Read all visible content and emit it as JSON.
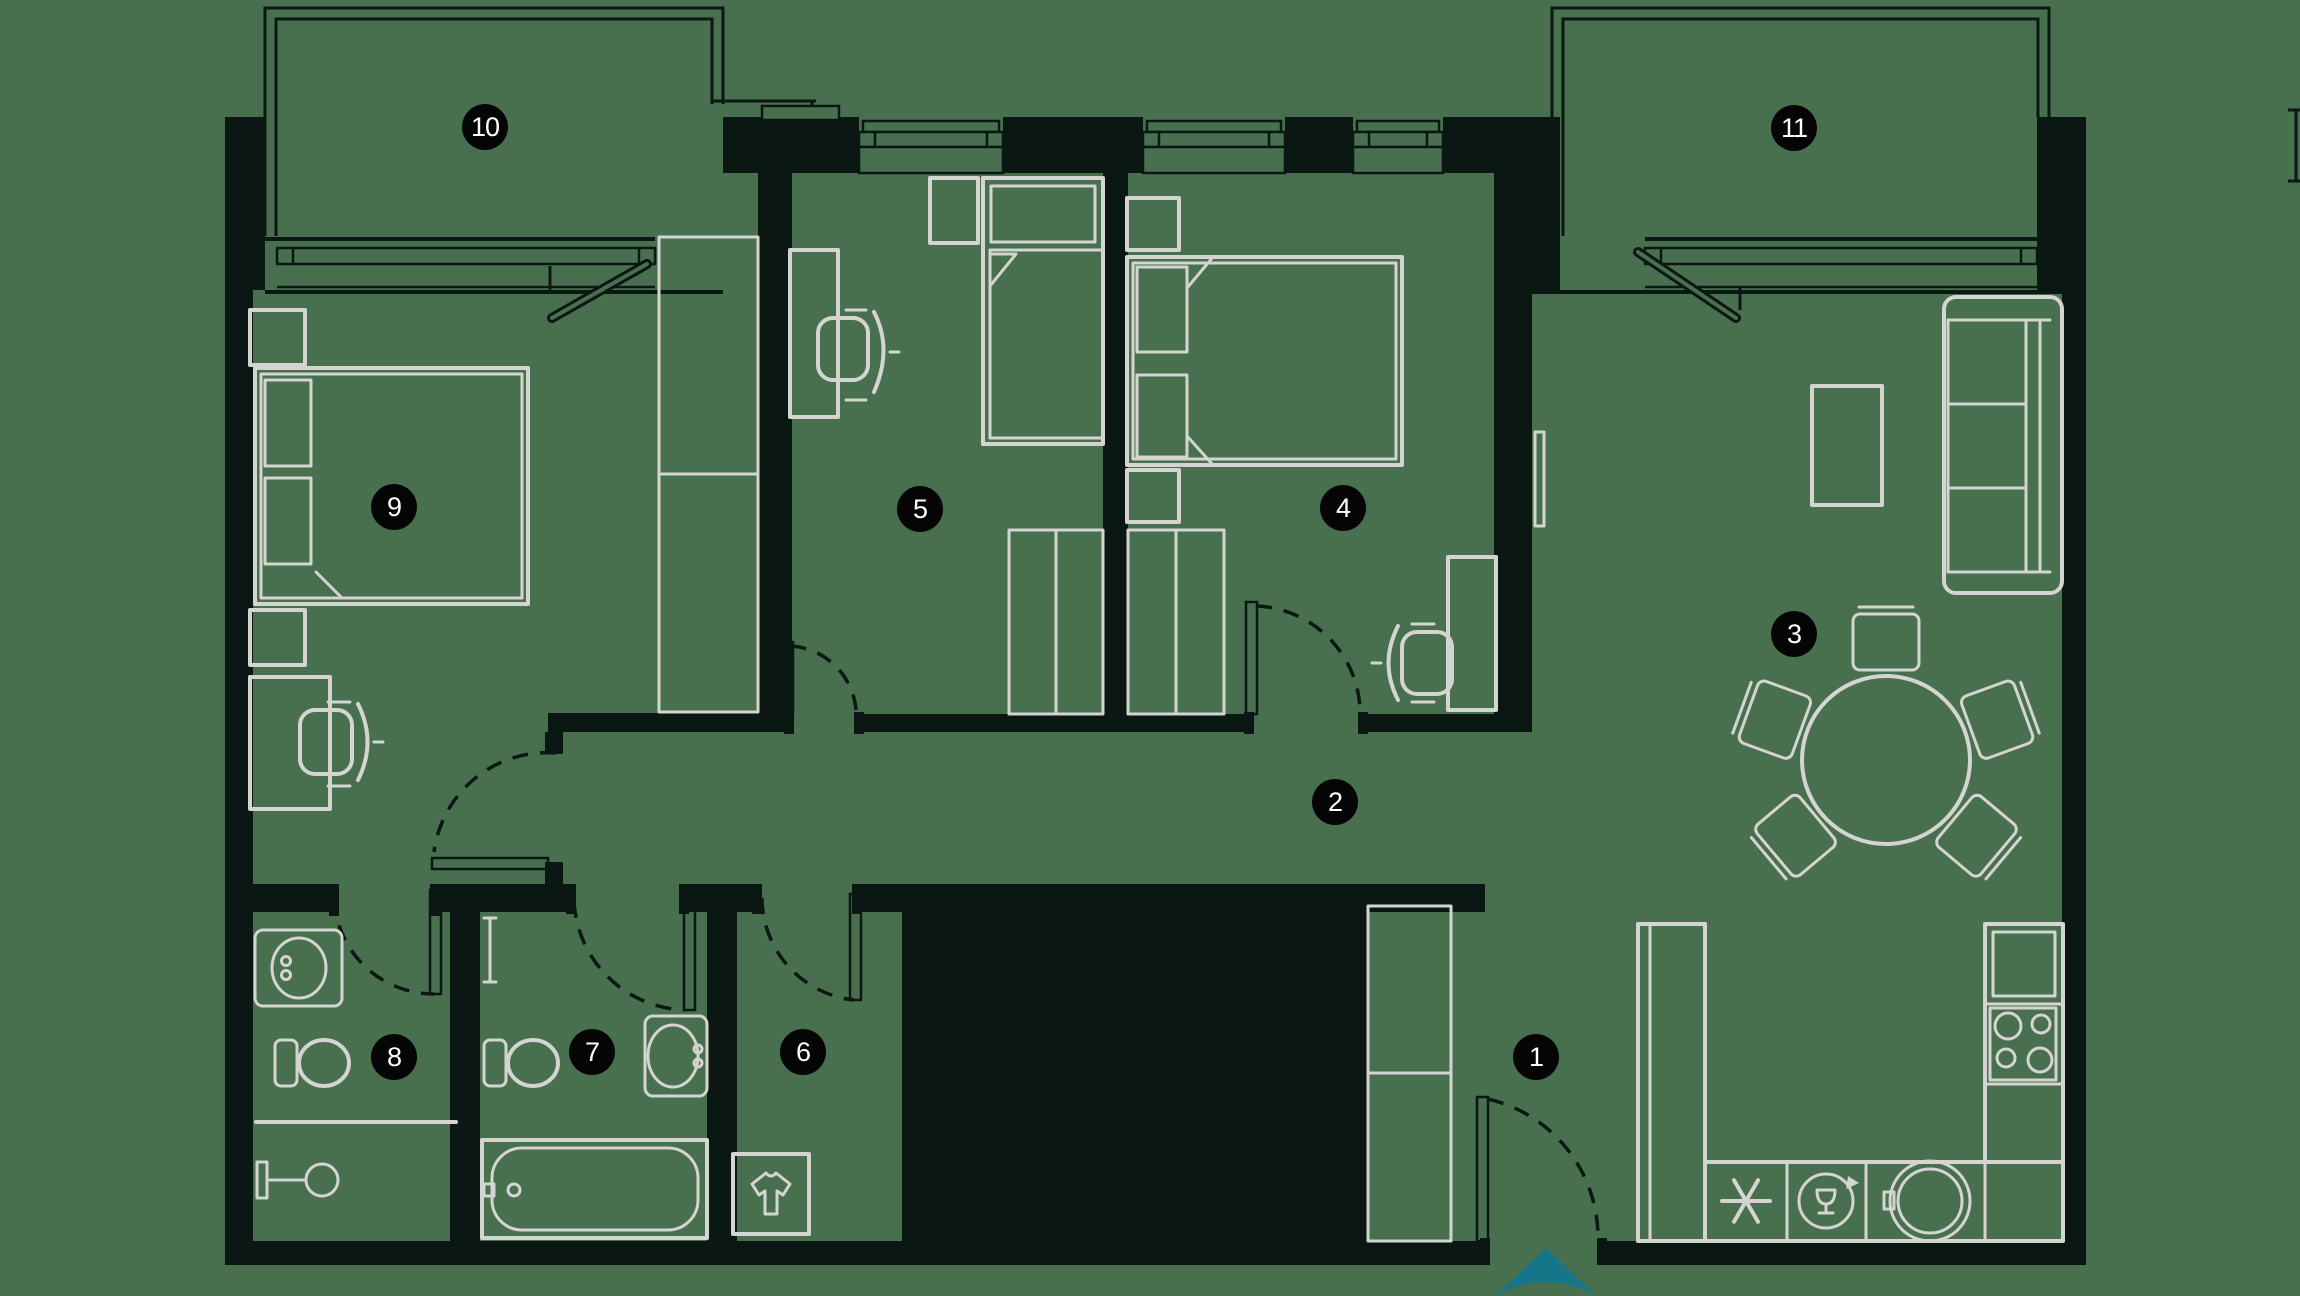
{
  "badges": [
    {
      "label": "1"
    },
    {
      "label": "2"
    },
    {
      "label": "3"
    },
    {
      "label": "4"
    },
    {
      "label": "5"
    },
    {
      "label": "6"
    },
    {
      "label": "7"
    },
    {
      "label": "8"
    },
    {
      "label": "9"
    },
    {
      "label": "10"
    },
    {
      "label": "11"
    }
  ],
  "colors": {
    "floor": "#48704F",
    "wall": "#0B1713",
    "furn": "#D4D4D0",
    "accent": "#177589",
    "badge_bg": "#050505",
    "badge_text": "#FFFFFF"
  },
  "icons": {
    "entrance_marker": "teal-arrow-up",
    "laundry_room": "tshirt-outline",
    "freezer": "snowflake-asterisk",
    "dishwasher": "wine-glass-cycle",
    "kitchen_sink": "double-circle",
    "stove": "four-burners",
    "shower": "shower-head",
    "wardrobe": "diagonal-hatch"
  }
}
